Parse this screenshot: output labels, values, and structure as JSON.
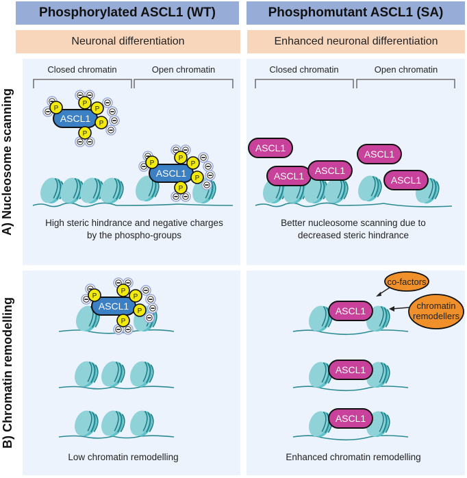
{
  "columns": [
    {
      "title": "Phosphorylated ASCL1 (WT)",
      "subtitle": "Neuronal differentiation"
    },
    {
      "title": "Phosphomutant ASCL1 (SA)",
      "subtitle": "Enhanced neuronal differentiation"
    }
  ],
  "rows": [
    {
      "label": "A) Nucleosome scanning"
    },
    {
      "label": "B) Chromatin remodelling"
    }
  ],
  "region_labels": {
    "closed": "Closed chromatin",
    "open": "Open chromatin"
  },
  "protein_label": "ASCL1",
  "phospho_label": "P",
  "charge_label": "−",
  "captions": {
    "wt_scanning_line1": "High steric hindrance and negative charges",
    "wt_scanning_line2": "by the phospho-groups",
    "sa_scanning_line1": "Better nucleosome scanning due to",
    "sa_scanning_line2": "decreased steric hindrance",
    "wt_remodelling": "Low chromatin remodelling",
    "sa_remodelling": "Enhanced chromatin remodelling"
  },
  "annotations": {
    "cofactors": "co-factors",
    "remodellers_line1": "chromatin",
    "remodellers_line2": "remodellers"
  },
  "colors": {
    "header": "#97acd6",
    "subheader": "#f8d6bc",
    "panel": "#ecf3fc",
    "wt_protein": "#3b7fc4",
    "sa_protein": "#c8419a",
    "phospho": "#f2ea0c",
    "nucleosome": "#5fc1c9",
    "dna": "#2a8a93",
    "annotation": "#f0902a"
  }
}
